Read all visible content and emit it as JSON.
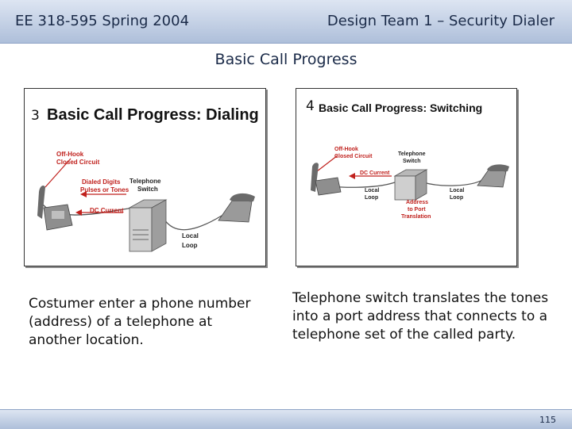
{
  "header": {
    "left": "EE 318-595 Spring 2004",
    "right": "Design Team 1 – Security Dialer"
  },
  "title": "Basic Call Progress",
  "panel1": {
    "number": "3",
    "title": "Basic Call Progress: Dialing",
    "labels": {
      "offhook": "Off-Hook",
      "closed": "Closed Circuit",
      "dialed": "Dialed Digits",
      "pulses": "Pulses or Tones",
      "dc": "DC Current",
      "telephone": "Telephone",
      "switch": "Switch",
      "local": "Local",
      "loop": "Loop"
    },
    "caption": "Costumer enter a phone number (address) of a telephone at another location."
  },
  "panel2": {
    "number": "4",
    "title": "Basic Call Progress: Switching",
    "labels": {
      "offhook": "Off-Hook",
      "closed": "Closed Circuit",
      "telephone": "Telephone",
      "switch": "Switch",
      "dc": "DC Current",
      "local_left": "Local",
      "loop_left": "Loop",
      "local_right": "Local",
      "loop_right": "Loop",
      "address": "Address",
      "to_port": "to Port",
      "translation": "Translation"
    },
    "caption": "Telephone switch translates the tones into a port address that connects to a telephone set of the called party."
  },
  "footer": {
    "page": "115"
  },
  "colors": {
    "header": "#aebfda",
    "accent_red": "#c0211d",
    "text": "#1a2a48"
  }
}
